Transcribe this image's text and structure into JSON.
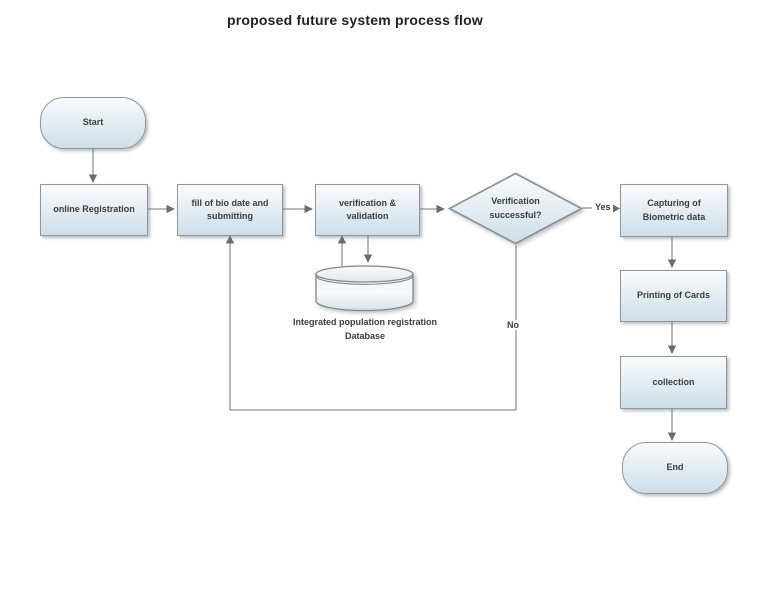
{
  "title": "proposed future system process flow",
  "colors": {
    "node_fill_top": "#f9fbfc",
    "node_fill_bottom": "#cddee9",
    "node_border": "#90969b",
    "connector": "#8f9193",
    "arrowhead": "#6b6d70",
    "text": "#3d3d3d"
  },
  "nodes": {
    "start": {
      "type": "terminator",
      "lines": [
        "Start"
      ]
    },
    "online_registration": {
      "type": "process",
      "lines": [
        "online Registration"
      ]
    },
    "fill_bio": {
      "type": "process",
      "lines": [
        "fill of bio date and",
        "submitting"
      ]
    },
    "verification": {
      "type": "process",
      "lines": [
        "verification &",
        "validation"
      ]
    },
    "decision": {
      "type": "decision",
      "lines": [
        "Verification",
        "successful?"
      ]
    },
    "capturing": {
      "type": "process",
      "lines": [
        "Capturing of",
        "Biometric data"
      ]
    },
    "printing": {
      "type": "process",
      "lines": [
        "Printing of Cards"
      ]
    },
    "collection": {
      "type": "process",
      "lines": [
        "collection"
      ]
    },
    "end": {
      "type": "terminator",
      "lines": [
        "End"
      ]
    },
    "database": {
      "type": "datastore",
      "lines": [
        "Integrated population registration",
        "Database"
      ]
    }
  },
  "edge_labels": {
    "yes": "Yes",
    "no": "No"
  },
  "edges": [
    {
      "from": "start",
      "to": "online_registration"
    },
    {
      "from": "online_registration",
      "to": "fill_bio"
    },
    {
      "from": "fill_bio",
      "to": "verification"
    },
    {
      "from": "verification",
      "to": "decision"
    },
    {
      "from": "decision",
      "to": "capturing",
      "label": "Yes"
    },
    {
      "from": "decision",
      "to": "fill_bio",
      "label": "No"
    },
    {
      "from": "database",
      "to": "verification"
    },
    {
      "from": "verification",
      "to": "database"
    },
    {
      "from": "capturing",
      "to": "printing"
    },
    {
      "from": "printing",
      "to": "collection"
    },
    {
      "from": "collection",
      "to": "end"
    }
  ]
}
